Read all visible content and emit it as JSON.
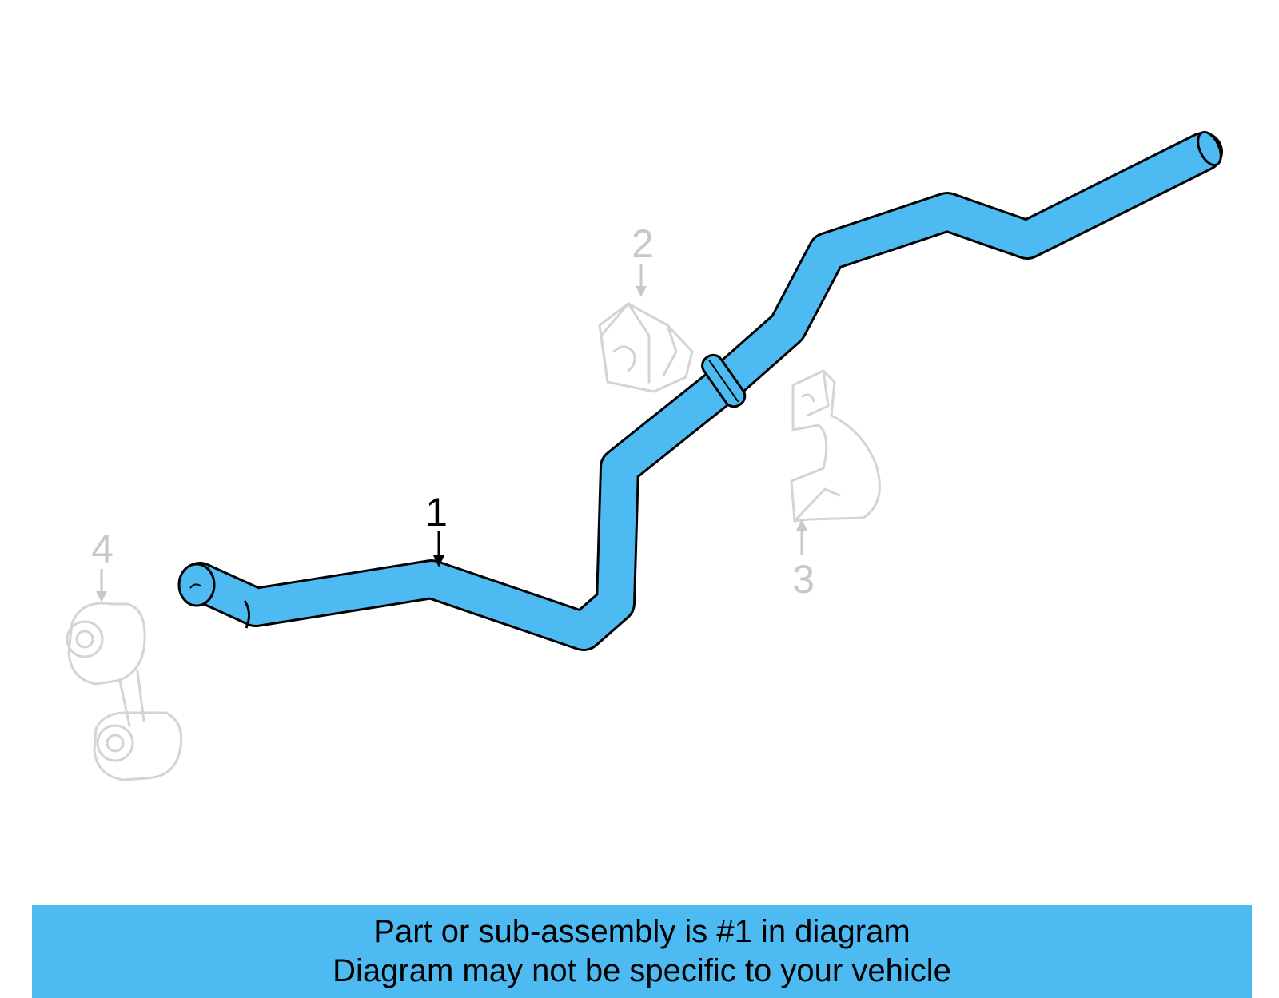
{
  "callouts": {
    "part_1": "1",
    "part_2": "2",
    "part_3": "3",
    "part_4": "4"
  },
  "highlight_color": "#4dbbf2",
  "ghost_color": "#d4d4d4",
  "banner": {
    "line1": "Part or sub-assembly is #1 in diagram",
    "line2": "Diagram may not be specific to your vehicle"
  }
}
